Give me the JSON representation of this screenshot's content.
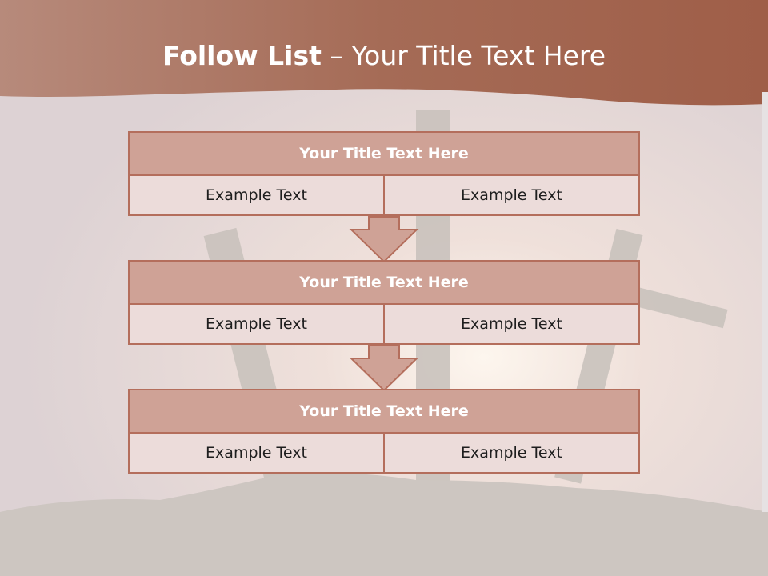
{
  "slide": {
    "title_bold": "Follow List",
    "title_rest": " – Your Title Text Here"
  },
  "blocks": [
    {
      "title": "Your Title Text Here",
      "left": "Example Text",
      "right": "Example Text"
    },
    {
      "title": "Your Title Text Here",
      "left": "Example Text",
      "right": "Example Text"
    },
    {
      "title": "Your Title Text Here",
      "left": "Example Text",
      "right": "Example Text"
    }
  ],
  "colors": {
    "header_band": "#a86a56",
    "box_title_fill": "#cfa296",
    "box_border": "#b46e5c",
    "box_cell_fill": "#ecdcda"
  }
}
